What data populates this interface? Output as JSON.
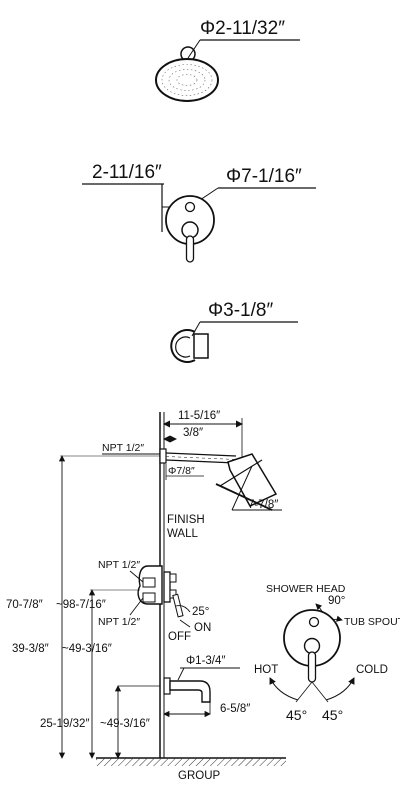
{
  "shower_head_top": {
    "dim": "Φ2-11/32″"
  },
  "valve_trim": {
    "offset_dim": "2-11/16″",
    "plate_dim": "Φ7-1/16″"
  },
  "tub_spout_top": {
    "dim": "Φ3-1/8″"
  },
  "elevation": {
    "arm_projection": "11-5/16″",
    "flange_width": "3/8″",
    "npt_arm": "NPT 1/2″",
    "arm_diameter": "Φ7/8″",
    "head_diameter": "7-7/8″",
    "finish_wall": [
      "FINISH",
      "WALL"
    ],
    "npt_valve_top": "NPT 1/2″",
    "npt_valve_bottom": "NPT 1/2″",
    "height_head_left": "70-7/8″",
    "height_head_right": "~98-7/16″",
    "handle_angle": "25°",
    "on_label": "ON",
    "off_label": "OFF",
    "height_valve_left": "39-3/8″",
    "height_valve_right": "~49-3/16″",
    "spout_diameter": "Φ1-3/4″",
    "spout_projection": "6-5/8″",
    "height_spout_left": "25-19/32″",
    "height_spout_right": "~49-3/16″",
    "ground_label": "GROUP"
  },
  "handle_diagram": {
    "shower_head_label": "SHOWER HEAD",
    "shower_angle": "90°",
    "tub_spout_label": "TUB SPOUT",
    "hot_label": "HOT",
    "cold_label": "COLD",
    "hot_angle": "45°",
    "cold_angle": "45°"
  }
}
